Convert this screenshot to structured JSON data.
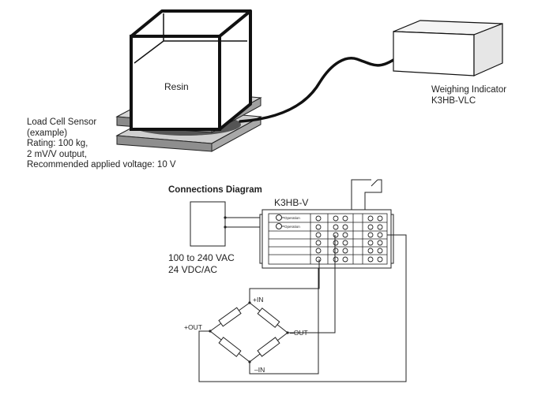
{
  "scene": {
    "resin_label": "Resin",
    "load_cell_lines": [
      "Load Cell Sensor",
      "(example)",
      "Rating: 100 kg,",
      "2 mV/V output,",
      "Recommended applied voltage: 10 V"
    ],
    "indicator_lines": [
      "Weighing Indicator",
      "K3HB-VLC"
    ]
  },
  "connections": {
    "title": "Connections Diagram",
    "model": "K3HB-V",
    "power_lines": [
      "100 to 240 VAC",
      "24 VDC/AC"
    ],
    "operation_label_1": "Operation",
    "operation_label_2": "Operation",
    "bridge_plus_in": "+IN",
    "bridge_minus_in": "–IN",
    "bridge_plus_out": "+OUT",
    "bridge_minus_out": "–OUT"
  }
}
